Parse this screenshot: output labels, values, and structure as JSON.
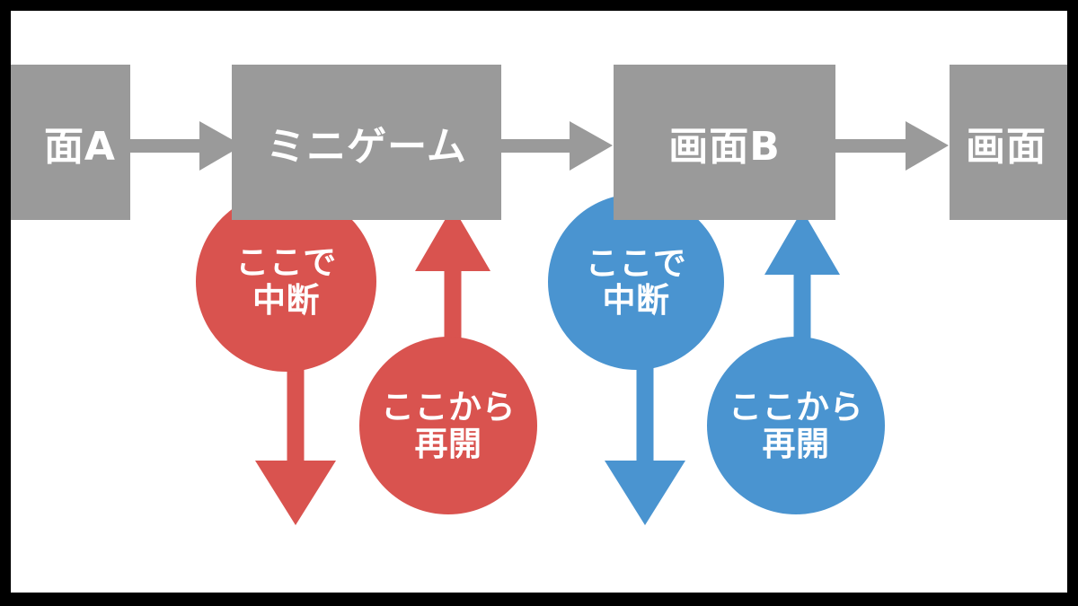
{
  "slide": {
    "background_color": "#000000",
    "stage_color": "#ffffff",
    "title_hidden": ""
  },
  "palette": {
    "box_gray": "#9a9a9a",
    "interrupt_red": "#d9534f",
    "resume_blue": "#4a94d0",
    "label_white": "#ffffff",
    "letterbox_black": "#000000"
  },
  "flow": {
    "boxes": [
      {
        "id": "screen-a",
        "label": "面A",
        "full_label": "画面A",
        "clipped": "left"
      },
      {
        "id": "mini-game",
        "label": "ミニゲーム",
        "full_label": "ミニゲーム",
        "clipped": "none"
      },
      {
        "id": "screen-b",
        "label": "画面B",
        "full_label": "画面B",
        "clipped": "none"
      },
      {
        "id": "screen-c",
        "label": "画面",
        "full_label": "画面C",
        "clipped": "right"
      }
    ],
    "connectors": [
      {
        "id": "arrow-a-to-minigame",
        "from": "screen-a",
        "to": "mini-game",
        "direction": "right"
      },
      {
        "id": "arrow-minigame-to-b",
        "from": "mini-game",
        "to": "screen-b",
        "direction": "right"
      },
      {
        "id": "arrow-b-to-c",
        "from": "screen-b",
        "to": "screen-c",
        "direction": "right"
      }
    ]
  },
  "callouts": [
    {
      "id": "interrupt-minigame",
      "color": "red",
      "line1": "ここで",
      "line2": "中断",
      "arrow": "down",
      "attached_to": "mini-game"
    },
    {
      "id": "resume-minigame",
      "color": "red",
      "line1": "ここから",
      "line2": "再開",
      "arrow": "up",
      "attached_to": "mini-game"
    },
    {
      "id": "interrupt-screen-b",
      "color": "blue",
      "line1": "ここで",
      "line2": "中断",
      "arrow": "down",
      "attached_to": "screen-b"
    },
    {
      "id": "resume-screen-b",
      "color": "blue",
      "line1": "ここから",
      "line2": "再開",
      "arrow": "up",
      "attached_to": "screen-b"
    }
  ]
}
